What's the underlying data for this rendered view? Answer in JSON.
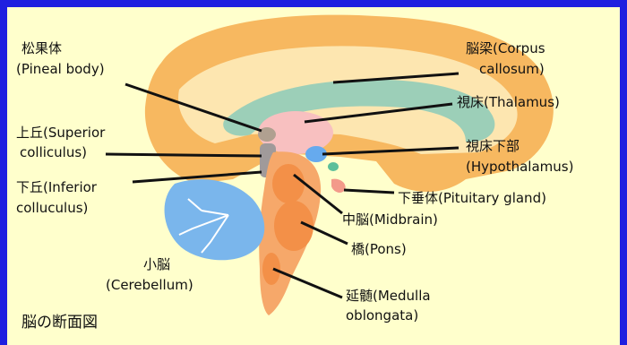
{
  "diagram": {
    "title": "脳の断面図",
    "labels": {
      "pineal_jp": "松果体",
      "pineal_en": "(Pineal body)",
      "superior_jp": "上丘(Superior",
      "superior_en": "colliculus)",
      "inferior_jp": "下丘(Inferior",
      "inferior_en": "colluculus)",
      "cerebellum_jp": "小脳",
      "cerebellum_en": "(Cerebellum)",
      "corpus_jp": "脳梁(Corpus",
      "corpus_en": "callosum)",
      "thalamus": "視床(Thalamus)",
      "hypothalamus_jp": "視床下部",
      "hypothalamus_en": "(Hypothalamus)",
      "pituitary": "下垂体(Pituitary gland)",
      "midbrain": "中脳(Midbrain)",
      "pons": "橋(Pons)",
      "medulla_jp": "延髄(Medulla",
      "medulla_en": "oblongata)"
    },
    "colors": {
      "frame": "#1f1fe0",
      "background": "#ffffcc",
      "cortex": "#f7b860",
      "inner_cortex": "#fde6b0",
      "corpus_callosum": "#9ccfb8",
      "thalamus": "#f8c0c0",
      "hypothalamus": "#66aaee",
      "brainstem": "#f6a86a",
      "cerebellum": "#7ab6ec"
    }
  }
}
